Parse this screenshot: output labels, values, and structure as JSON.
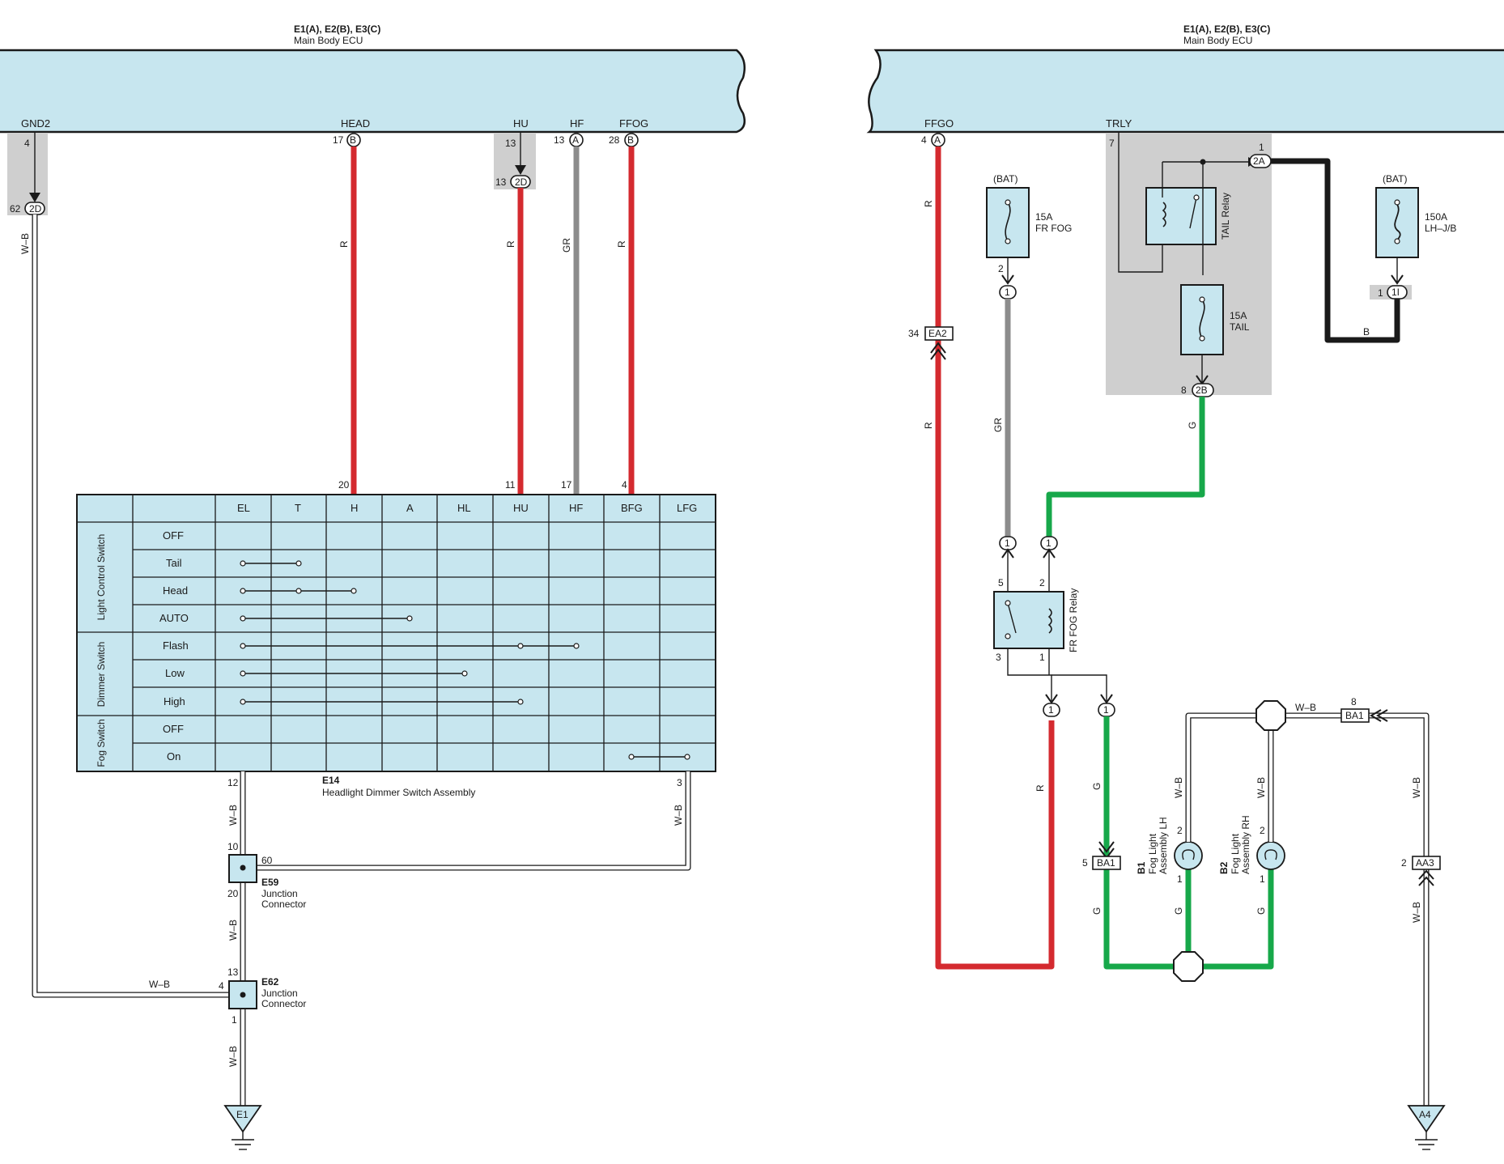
{
  "ecu_left": {
    "title": "E1(A), E2(B), E3(C)",
    "subtitle": "Main Body ECU"
  },
  "ecu_right": {
    "title": "E1(A), E2(B), E3(C)",
    "subtitle": "Main Body ECU"
  },
  "ecu_left_pins": [
    "GND2",
    "HEAD",
    "HU",
    "HF",
    "FFOG"
  ],
  "ecu_right_pins": [
    "FFGO",
    "TRLY"
  ],
  "pin_numbers": {
    "gnd2": "4",
    "gnd2_2d": "62",
    "gnd2_2d_label": "2D",
    "head": "17",
    "head_conn": "B",
    "hu": "13",
    "hu_2d": "13",
    "hu_2d_label": "2D",
    "hf": "13",
    "hf_conn": "A",
    "ffog": "28",
    "ffog_conn": "B",
    "ffgo": "4",
    "ffgo_conn": "A",
    "trly": "7"
  },
  "wire_colors": {
    "r": "R",
    "gr": "GR",
    "wb": "W–B",
    "g": "G",
    "b": "B"
  },
  "switch": {
    "columns": [
      "EL",
      "T",
      "H",
      "A",
      "HL",
      "HU",
      "HF",
      "BFG",
      "LFG"
    ],
    "groups": [
      "Light Control Switch",
      "Dimmer Switch",
      "Fog Switch"
    ],
    "rows": [
      "OFF",
      "Tail",
      "Head",
      "AUTO",
      "Flash",
      "Low",
      "High",
      "OFF",
      "On"
    ],
    "top_pins": [
      "20",
      "11",
      "17",
      "4"
    ],
    "bottom_pins": [
      "12",
      "3"
    ],
    "id": "E14",
    "name": "Headlight Dimmer Switch Assembly"
  },
  "junctions": {
    "e59": {
      "id": "E59",
      "name1": "Junction",
      "name2": "Connector",
      "pin_top": "10",
      "pin_side": "60",
      "pin_bottom": "20"
    },
    "e62": {
      "id": "E62",
      "name1": "Junction",
      "name2": "Connector",
      "pin_top": "13",
      "pin_side": "4",
      "pin_bottom": "1"
    }
  },
  "grounds": {
    "e1": "E1",
    "a4": "A4"
  },
  "fuses": {
    "frfog": {
      "bat": "(BAT)",
      "amp": "15A",
      "name": "FR FOG",
      "pin": "2",
      "conn": "1"
    },
    "lhjb": {
      "bat": "(BAT)",
      "amp": "150A",
      "name": "LH–J/B",
      "pin": "1",
      "conn": "1I"
    },
    "tail": {
      "amp": "15A",
      "name": "TAIL",
      "pin": "8",
      "conn": "2B"
    }
  },
  "tail_relay": {
    "name": "TAIL Relay",
    "pin": "1",
    "conn": "2A"
  },
  "fog_relay": {
    "name": "FR FOG Relay",
    "p5": "5",
    "p2": "2",
    "p3": "3",
    "p1": "1"
  },
  "connectors": {
    "ea2": "EA2",
    "ea2_pin": "34",
    "ba1": "BA1",
    "ba1_pin": "5",
    "ba1_top": "BA1",
    "ba1_top_pin": "8",
    "aa3": "AA3",
    "aa3_pin": "2",
    "one": "1"
  },
  "lamps": {
    "b1": {
      "id": "B1",
      "name1": "Fog Light",
      "name2": "Assembly LH",
      "p2": "2",
      "p1": "1"
    },
    "b2": {
      "id": "B2",
      "name1": "Fog Light",
      "name2": "Assembly RH",
      "p2": "2",
      "p1": "1"
    }
  }
}
